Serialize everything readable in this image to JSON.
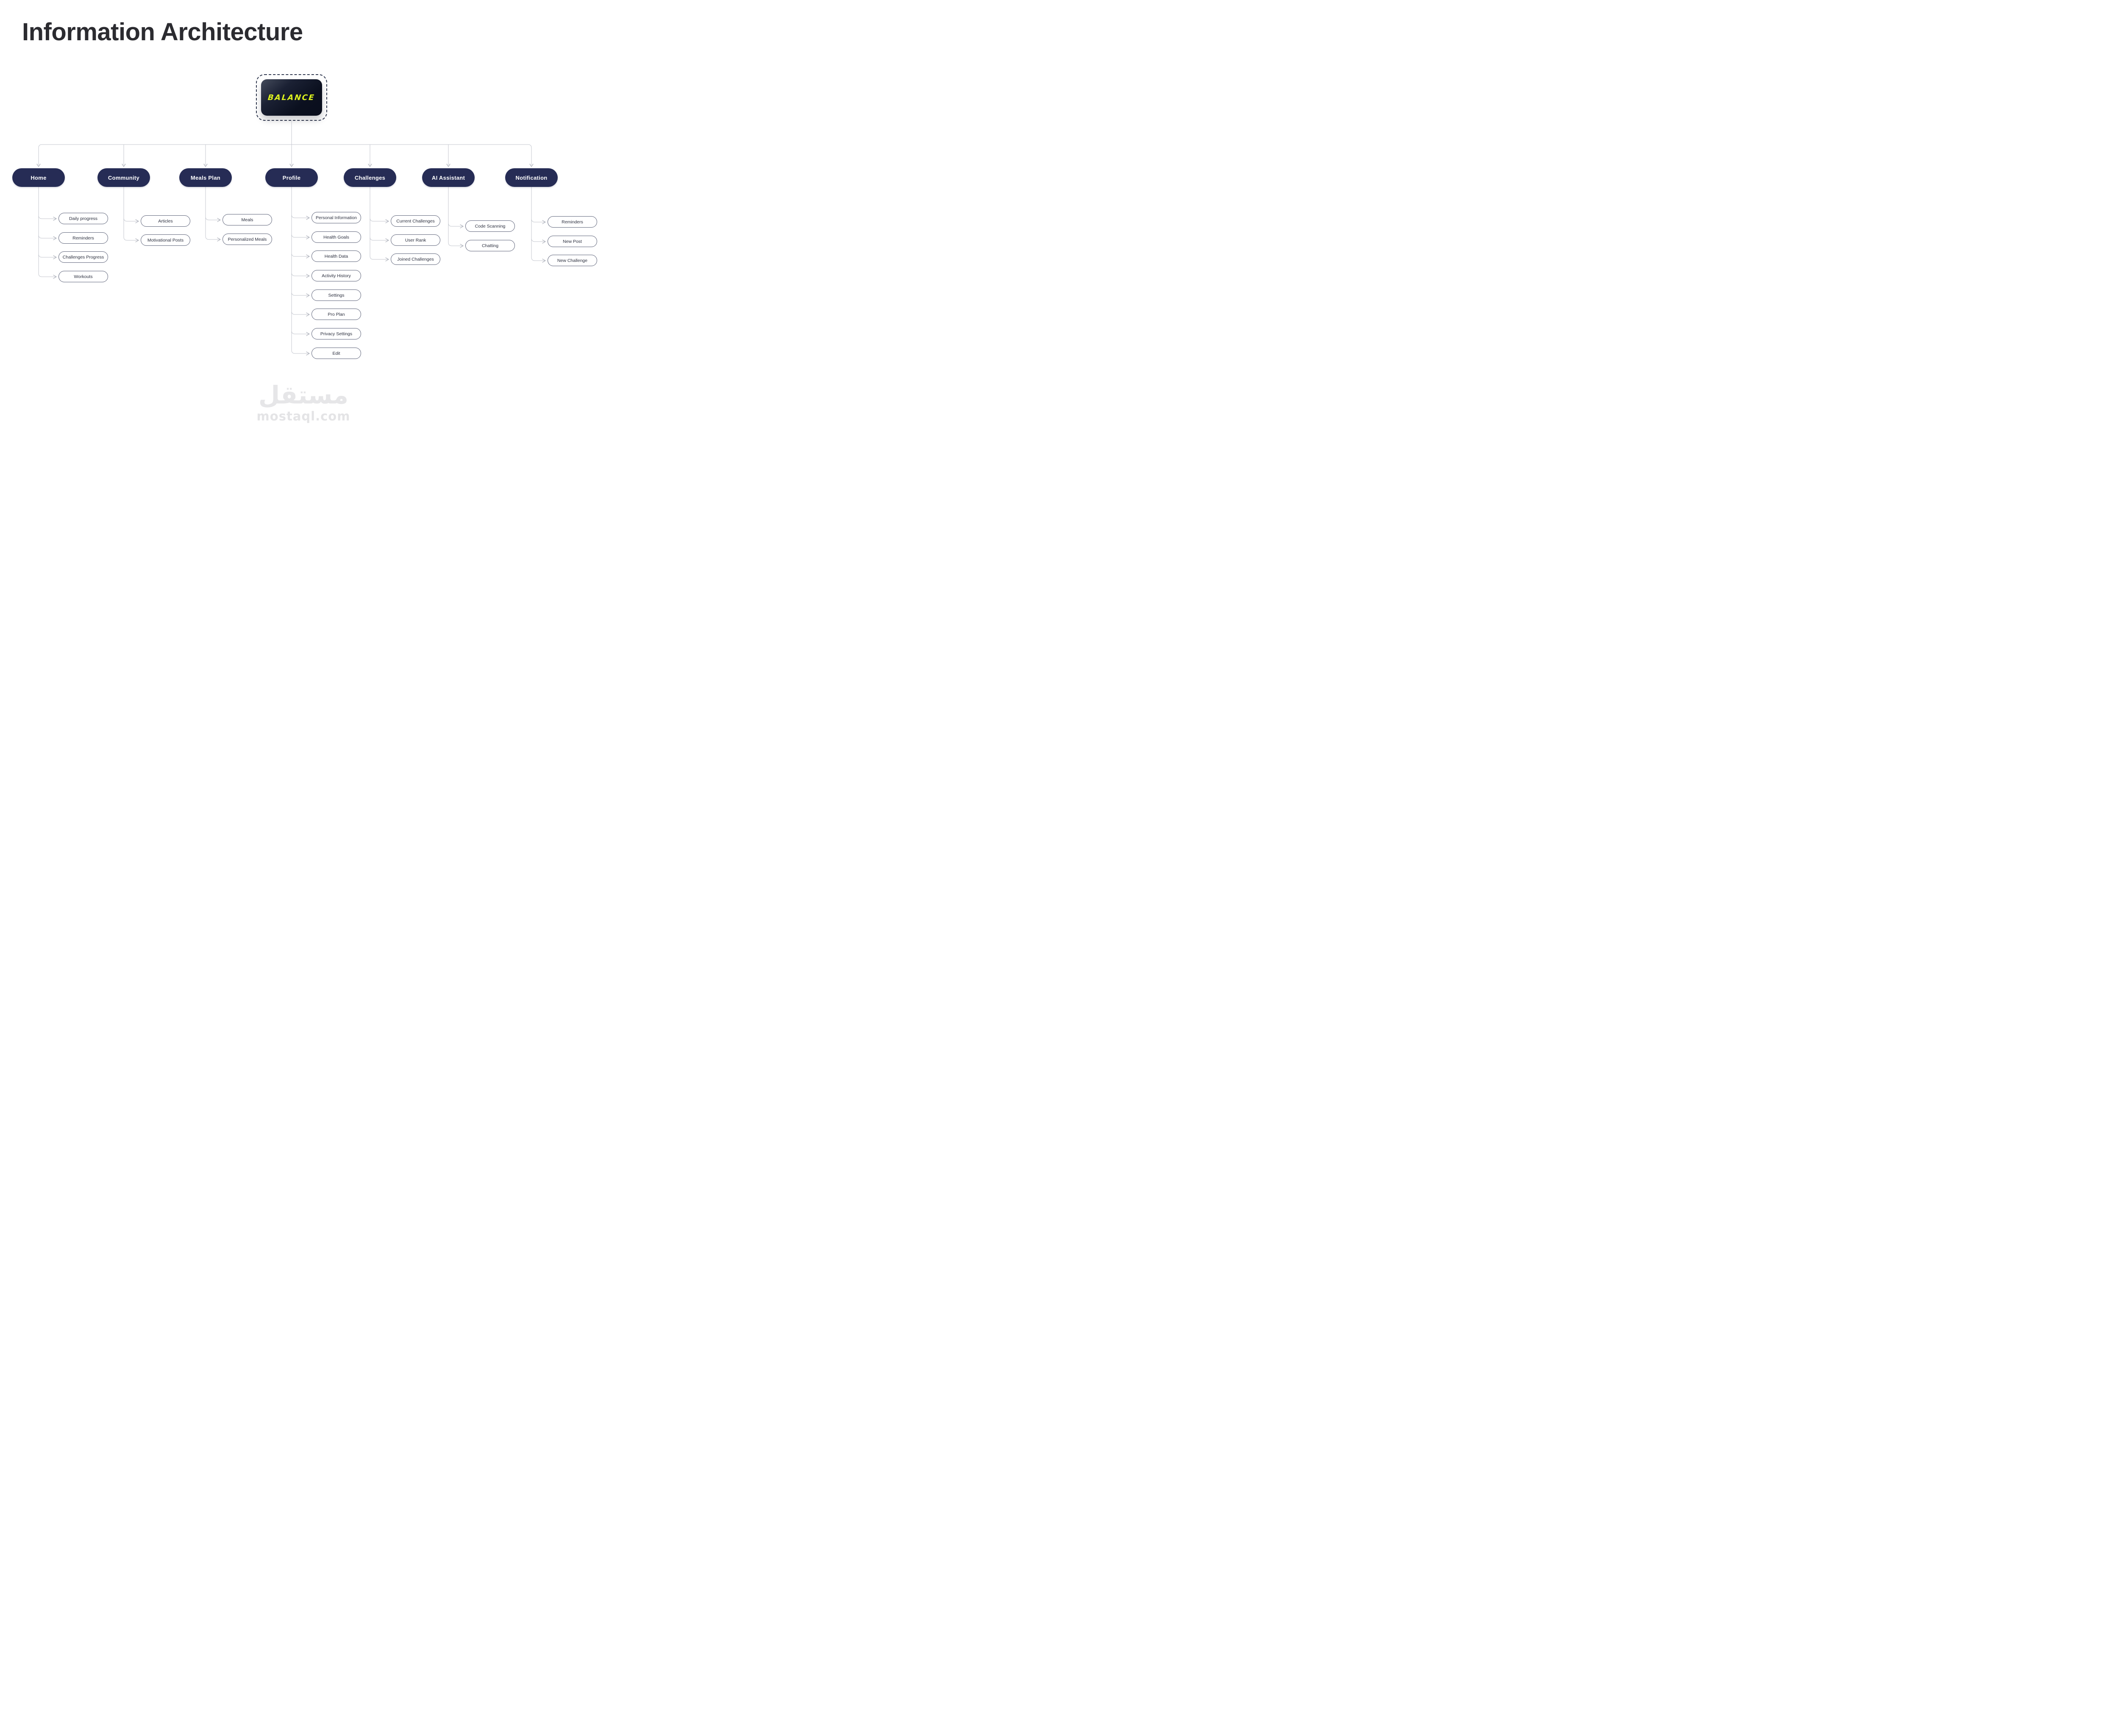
{
  "title": "Information Architecture",
  "logo": {
    "label": "BALANCE"
  },
  "colors": {
    "node_navy": "#262c55",
    "logo_accent": "#ddf21f",
    "connector_gray": "#c3c6ce",
    "leaf_border": "#5d6379",
    "title_text": "#2b2b30",
    "watermark_gray": "#e6e6e8"
  },
  "columns": [
    {
      "label": "Home",
      "children": [
        "Daily progress",
        "Reminders",
        "Challenges Progress",
        "Workouts"
      ]
    },
    {
      "label": "Community",
      "children": [
        "Articles",
        "Motivational Posts"
      ]
    },
    {
      "label": "Meals Plan",
      "children": [
        "Meals",
        "Personalized Meals"
      ]
    },
    {
      "label": "Profile",
      "children": [
        "Personal Information",
        "Health Goals",
        "Health Data",
        "Activity History",
        "Settings",
        "Pro Plan",
        "Privacy Settings",
        "Edit"
      ]
    },
    {
      "label": "Challenges",
      "children": [
        "Current Challenges",
        "User Rank",
        "Joined Challenges"
      ]
    },
    {
      "label": "AI Assistant",
      "children": [
        "Code Scanning",
        "Chatting"
      ]
    },
    {
      "label": "Notification",
      "children": [
        "Reminders",
        "New Post",
        "New Challenge"
      ]
    }
  ],
  "watermark": {
    "arabic": "مستقل",
    "domain": "mostaql.com"
  }
}
